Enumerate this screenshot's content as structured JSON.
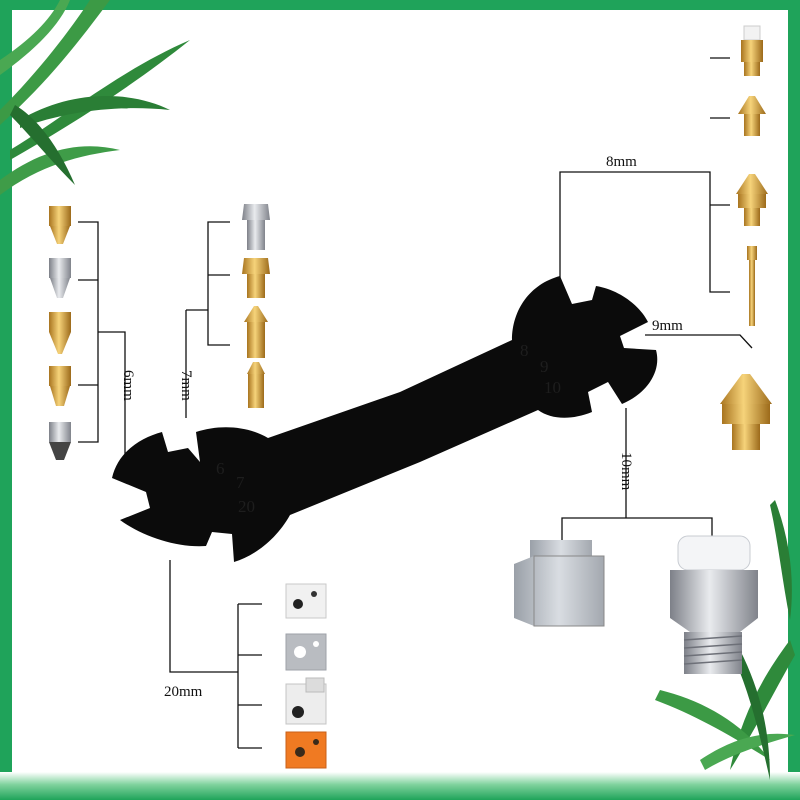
{
  "labels": {
    "mm6": "6mm",
    "mm7": "7mm",
    "mm8": "8mm",
    "mm9": "9mm",
    "mm10": "10mm",
    "mm20": "20mm"
  },
  "wrench_markings": [
    "8",
    "9",
    "10",
    "6",
    "7",
    "20"
  ],
  "colors": {
    "frame": "#1fa35a",
    "wrench": "#0b0b0b",
    "brass": "#d9a545",
    "steel": "#b8bcc4",
    "heater_block_orange": "#f07a22",
    "leaf": "#2f8a3b"
  },
  "decorations": {
    "top_left_icon": "palm-leaves",
    "bottom_right_icon": "palm-leaves"
  }
}
